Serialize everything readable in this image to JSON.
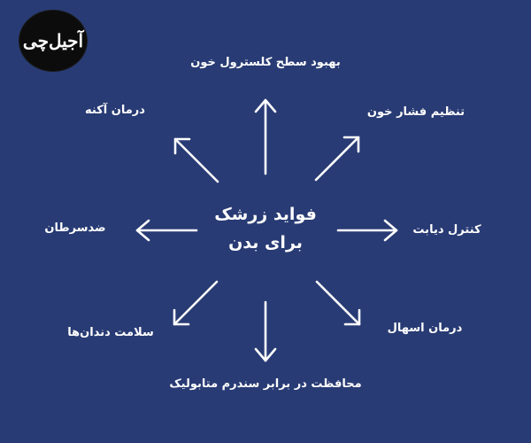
{
  "logo": {
    "text": "آجیل‌چی",
    "icon": "brand-logo"
  },
  "center": {
    "line1": "فواید زرشک",
    "line2": "برای بدن"
  },
  "benefits": {
    "top": "بهبود سطح کلسترول خون",
    "top_left": "درمان آکنه",
    "top_right": "تنظیم فشار خون",
    "left": "ضدسرطان",
    "right": "کنترل دیابت",
    "bottom_left": "سلامت دندان‌ها",
    "bottom_right": "درمان اسهال",
    "bottom": "محافظت در برابر سندرم متابولیک"
  },
  "colors": {
    "background": "#283b74",
    "arrow": "#ffffff",
    "text": "#ffffff"
  }
}
